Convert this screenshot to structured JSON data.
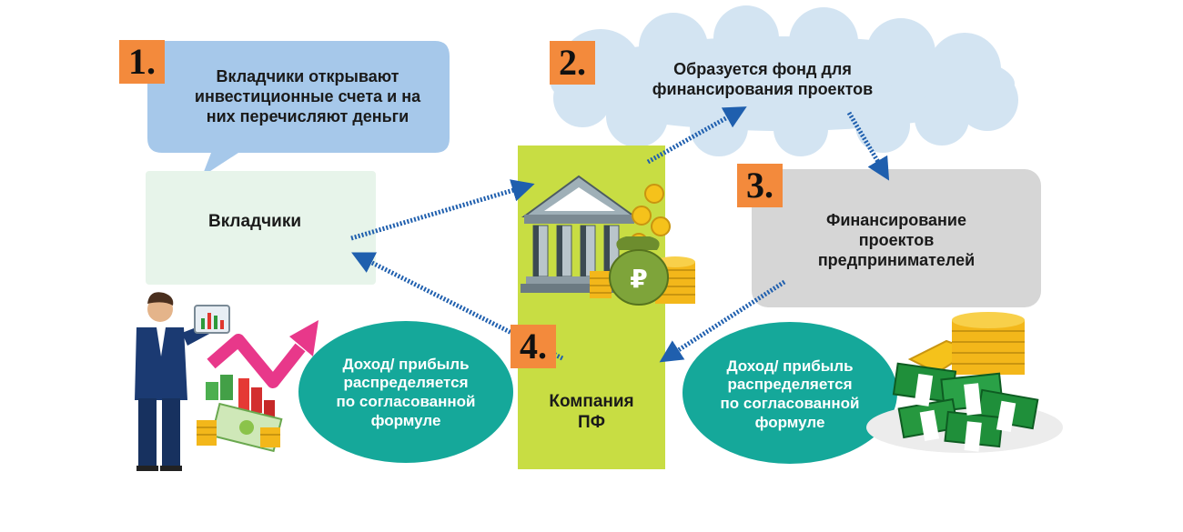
{
  "colors": {
    "speech_bubble": "#a6c8ea",
    "investors_panel": "#e7f4ea",
    "cloud": "#d3e4f2",
    "company_column": "#c8dd43",
    "gray_panel": "#d6d6d6",
    "ellipse": "#15a89a",
    "number_badge": "#f38a3c",
    "arrow": "#1f5fae"
  },
  "steps": [
    {
      "number": "1.",
      "text": "Вкладчики открывают\nинвестиционные счета и на\nних перечисляют деньги"
    },
    {
      "number": "2.",
      "text": "Образуется фонд для\nфинансирования проектов"
    },
    {
      "number": "3.",
      "text": "Финансирование\nпроектов\nпредпринимателей"
    },
    {
      "number": "4."
    }
  ],
  "investors_label": "Вкладчики",
  "company_label": "Компания\nПФ",
  "income_left": "Доход/ прибыль\nраспределяется\nпо согласованной\nформуле",
  "income_right": "Доход/ прибыль\nраспределяется\nпо согласованной\nформуле",
  "icons": [
    "businessman-icon",
    "growth-chart-icon",
    "bank-building-icon",
    "money-bag-icon",
    "coin-stack-icon",
    "cash-stack-icon"
  ]
}
